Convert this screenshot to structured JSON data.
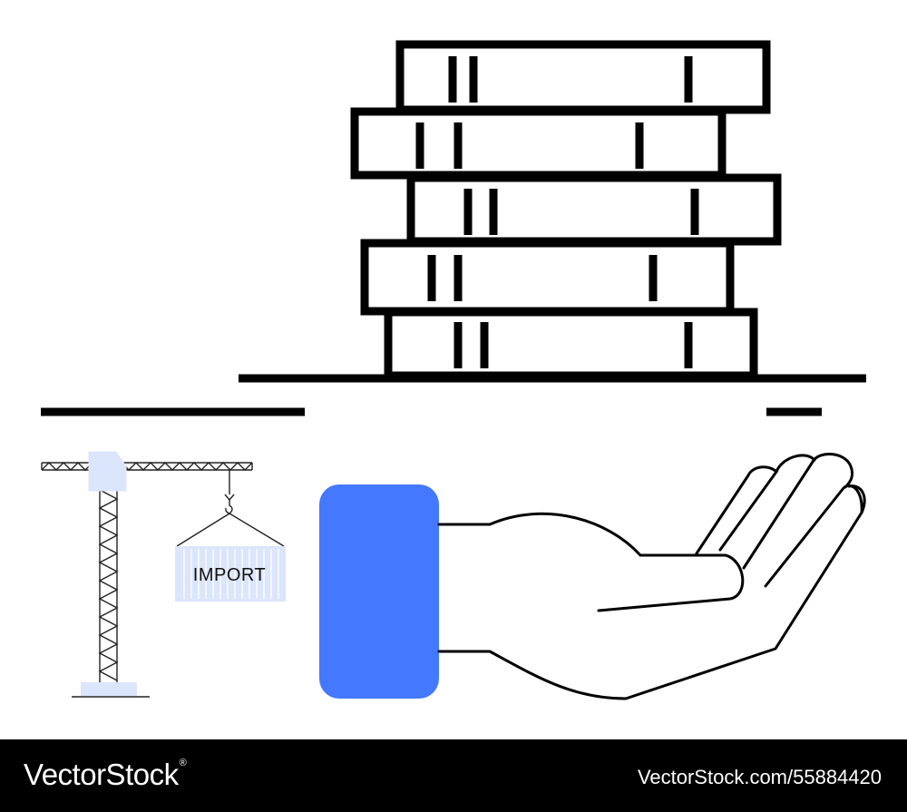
{
  "illustration": {
    "crate_label": "IMPORT",
    "colors": {
      "stroke": "#000000",
      "cuff": "#4479ff",
      "crane_light": "#dbe5fb"
    },
    "icons": [
      "book-stack-icon",
      "tower-crane-icon",
      "import-crate-icon",
      "open-hand-icon"
    ]
  },
  "footer": {
    "brand": "VectorStock",
    "registered_mark": "®",
    "image_ref": "VectorStock.com/55884420"
  }
}
